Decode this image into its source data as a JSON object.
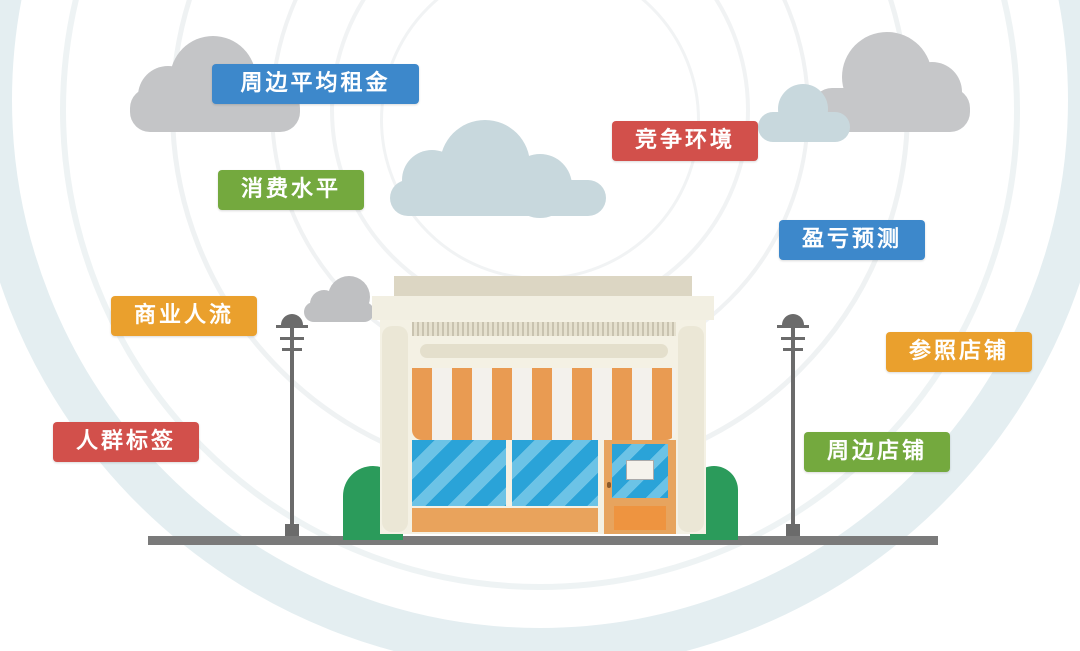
{
  "illustration": {
    "subject": "storefront with surrounding site-selection factors",
    "colors": {
      "blue": "#3d88cb",
      "red": "#d2504b",
      "green": "#74a93e",
      "orange": "#eaa02d",
      "ring": "#dfe9ec",
      "ground": "#7a7a7a",
      "awning_orange": "#e99b52",
      "window_blue": "#2aa3d8"
    }
  },
  "labels": [
    {
      "id": "avg-rent",
      "text": "周边平均租金",
      "color": "blue"
    },
    {
      "id": "competition",
      "text": "竞争环境",
      "color": "red"
    },
    {
      "id": "consumption",
      "text": "消费水平",
      "color": "green"
    },
    {
      "id": "profit-forecast",
      "text": "盈亏预测",
      "color": "blue"
    },
    {
      "id": "foot-traffic",
      "text": "商业人流",
      "color": "orange"
    },
    {
      "id": "reference-stores",
      "text": "参照店铺",
      "color": "orange"
    },
    {
      "id": "crowd-tags",
      "text": "人群标签",
      "color": "red"
    },
    {
      "id": "nearby-stores",
      "text": "周边店铺",
      "color": "green"
    }
  ]
}
